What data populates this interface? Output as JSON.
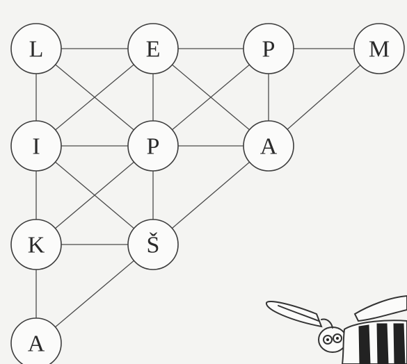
{
  "diagram": {
    "nodes": [
      {
        "id": "n1",
        "label": "L"
      },
      {
        "id": "n2",
        "label": "E"
      },
      {
        "id": "n3",
        "label": "P"
      },
      {
        "id": "n4",
        "label": "M"
      },
      {
        "id": "n5",
        "label": "I"
      },
      {
        "id": "n6",
        "label": "P"
      },
      {
        "id": "n7",
        "label": "A"
      },
      {
        "id": "n8",
        "label": "K"
      },
      {
        "id": "n9",
        "label": "Š"
      },
      {
        "id": "n10",
        "label": "A"
      }
    ],
    "edges": [
      [
        "n1",
        "n2"
      ],
      [
        "n2",
        "n3"
      ],
      [
        "n3",
        "n4"
      ],
      [
        "n1",
        "n5"
      ],
      [
        "n1",
        "n6"
      ],
      [
        "n2",
        "n5"
      ],
      [
        "n2",
        "n6"
      ],
      [
        "n2",
        "n7"
      ],
      [
        "n3",
        "n6"
      ],
      [
        "n3",
        "n7"
      ],
      [
        "n4",
        "n7"
      ],
      [
        "n5",
        "n6"
      ],
      [
        "n6",
        "n7"
      ],
      [
        "n5",
        "n8"
      ],
      [
        "n5",
        "n9"
      ],
      [
        "n6",
        "n8"
      ],
      [
        "n6",
        "n9"
      ],
      [
        "n7",
        "n9"
      ],
      [
        "n8",
        "n9"
      ],
      [
        "n8",
        "n10"
      ],
      [
        "n9",
        "n10"
      ]
    ]
  },
  "decoration": {
    "icon": "bee-illustration"
  }
}
